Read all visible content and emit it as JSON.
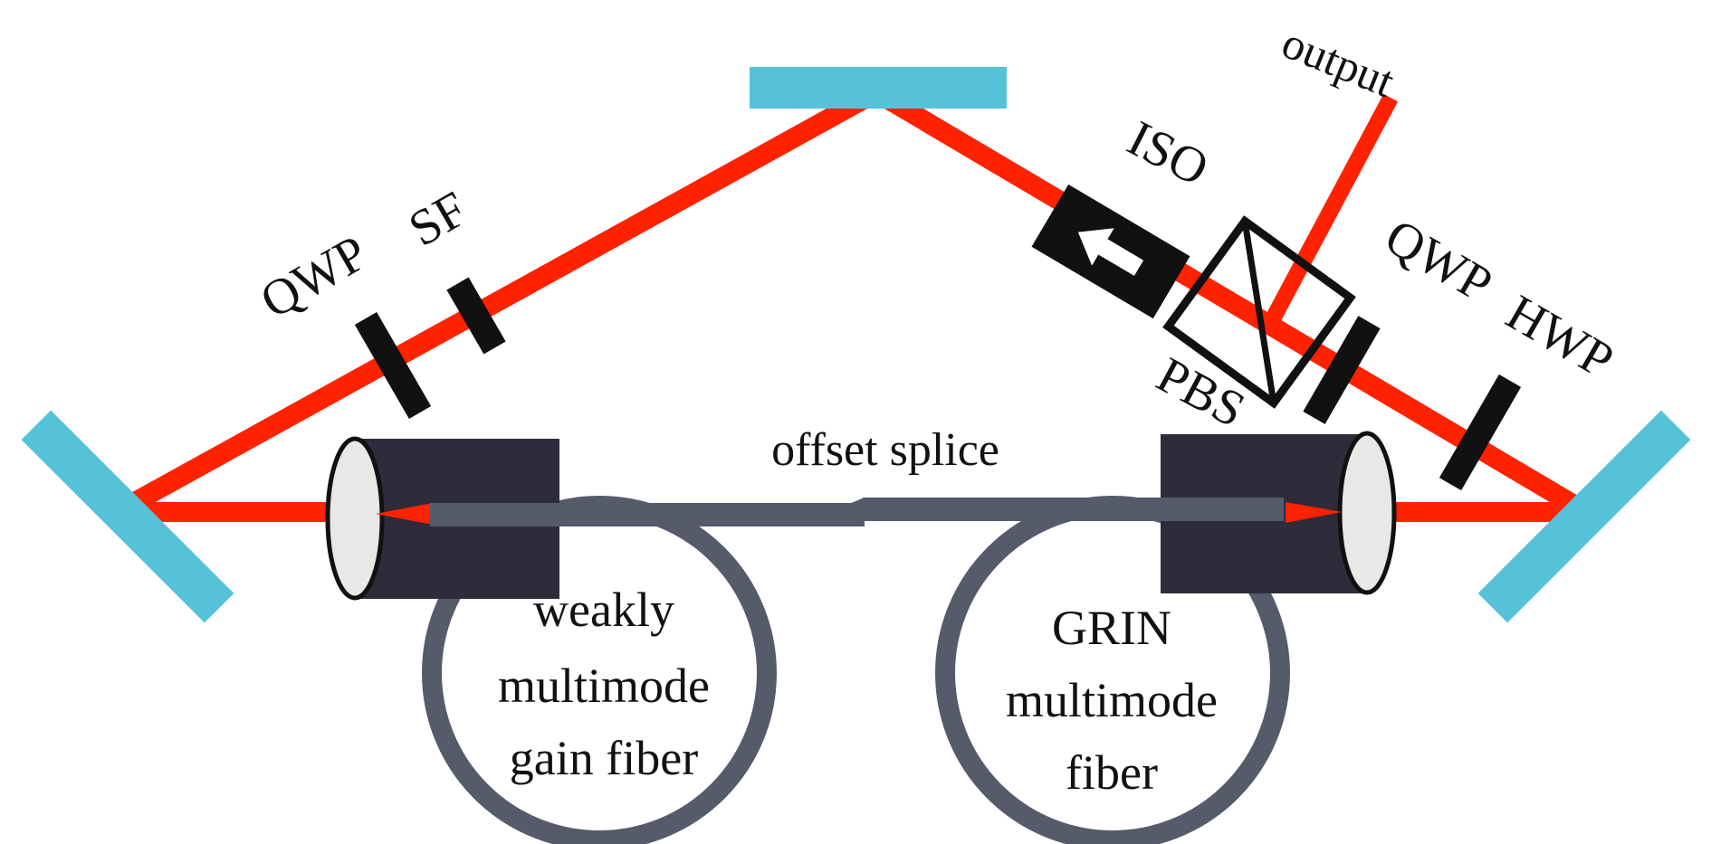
{
  "labels": {
    "output": "output",
    "iso": "ISO",
    "qwp_left": "QWP",
    "sf": "SF",
    "qwp_right": "QWP",
    "hwp": "HWP",
    "pbs": "PBS",
    "offset_splice": "offset splice",
    "gain_fiber_line1": "weakly",
    "gain_fiber_line2": "multimode",
    "gain_fiber_line3": "gain fiber",
    "grin_fiber_line1": "GRIN",
    "grin_fiber_line2": "multimode",
    "grin_fiber_line3": "fiber"
  },
  "colors": {
    "beam": "#ff2200",
    "mirror": "#55c2da",
    "optic": "#111111",
    "fiber": "#565b6b",
    "collimator_body": "#2e2c3a",
    "lens": "#e8e8e6"
  }
}
